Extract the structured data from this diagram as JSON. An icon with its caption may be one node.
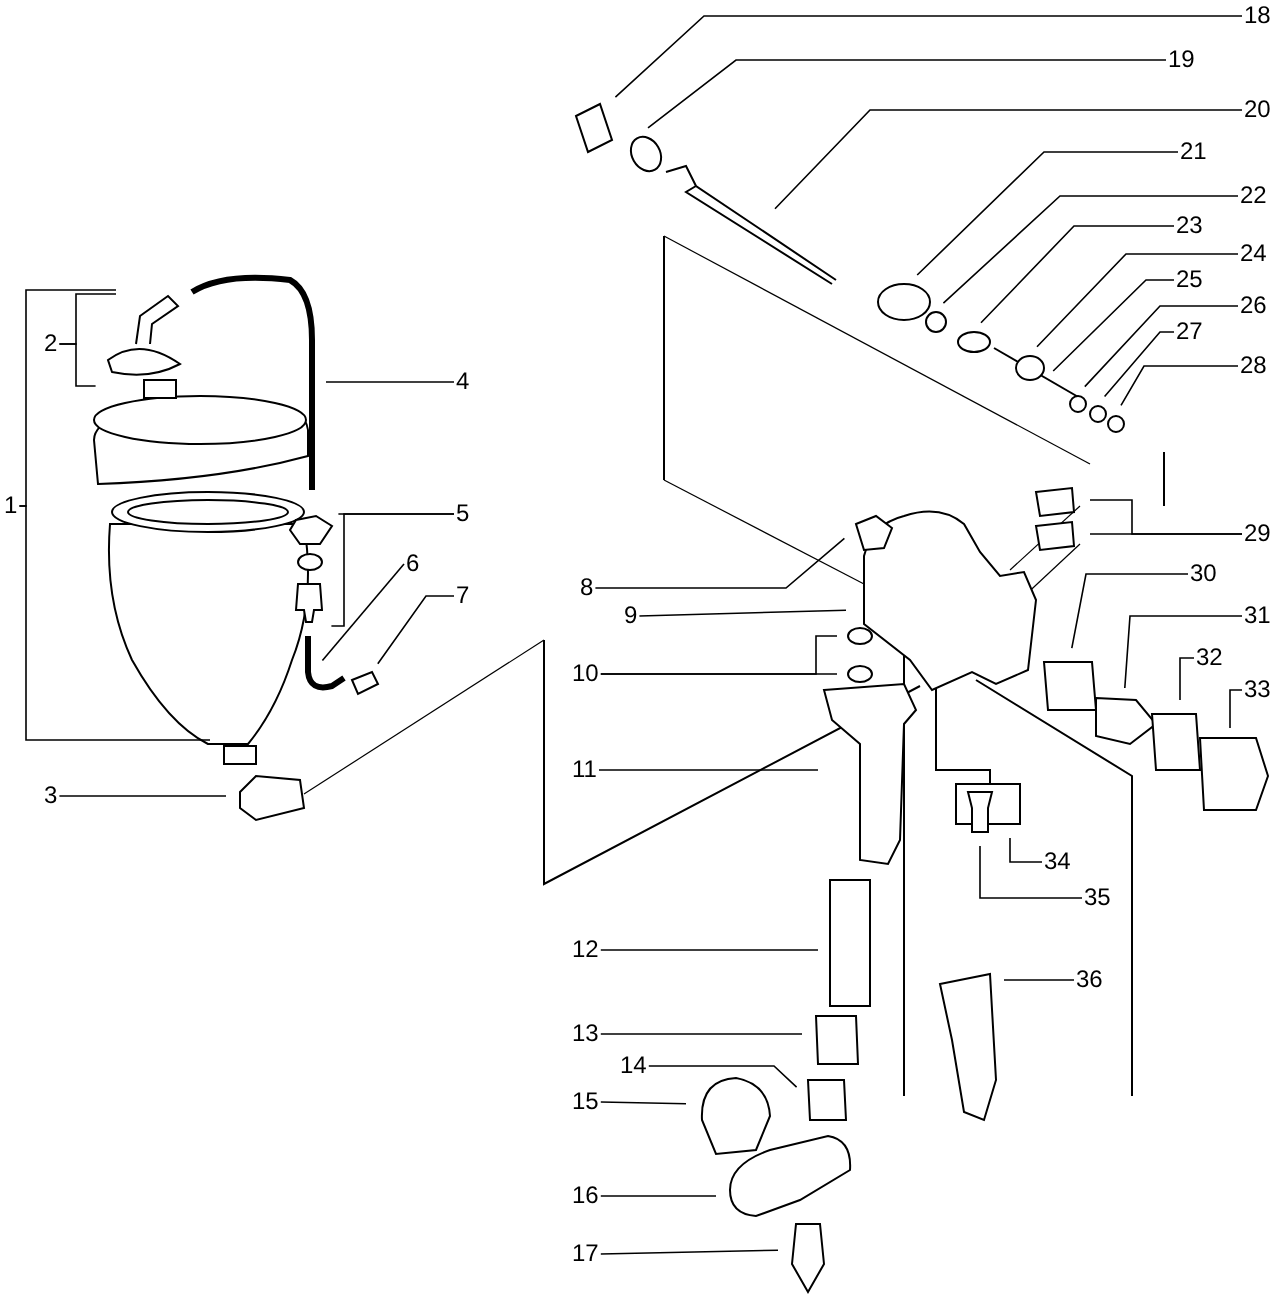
{
  "diagram": {
    "nodes": [
      {
        "text": [
          "1"
        ]
      },
      {
        "text": [
          "2"
        ]
      },
      {
        "text": [
          "3"
        ]
      },
      {
        "text": [
          "4"
        ]
      },
      {
        "text": [
          "5"
        ]
      },
      {
        "text": [
          "6"
        ]
      },
      {
        "text": [
          "7"
        ]
      },
      {
        "text": [
          "8"
        ]
      },
      {
        "text": [
          "9"
        ]
      },
      {
        "text": [
          "10"
        ]
      },
      {
        "text": [
          "11"
        ]
      },
      {
        "text": [
          "12"
        ]
      },
      {
        "text": [
          "13"
        ]
      },
      {
        "text": [
          "14"
        ]
      },
      {
        "text": [
          "15"
        ]
      },
      {
        "text": [
          "16"
        ]
      },
      {
        "text": [
          "17"
        ]
      },
      {
        "text": [
          "18"
        ]
      },
      {
        "text": [
          "19"
        ]
      },
      {
        "text": [
          "20"
        ]
      },
      {
        "text": [
          "21"
        ]
      },
      {
        "text": [
          "22"
        ]
      },
      {
        "text": [
          "23"
        ]
      },
      {
        "text": [
          "24"
        ]
      },
      {
        "text": [
          "25"
        ]
      },
      {
        "text": [
          "26"
        ]
      },
      {
        "text": [
          "27"
        ]
      },
      {
        "text": [
          "28"
        ]
      },
      {
        "text": [
          "29"
        ]
      },
      {
        "text": [
          "30"
        ]
      },
      {
        "text": [
          "31"
        ]
      },
      {
        "text": [
          "32"
        ]
      },
      {
        "text": [
          "33"
        ]
      },
      {
        "text": [
          "34"
        ]
      },
      {
        "text": [
          "35"
        ]
      },
      {
        "text": [
          "36"
        ]
      }
    ],
    "edges": [
      {
        "from": 0,
        "to": null,
        "arrow": "none"
      },
      {
        "from": 0,
        "to": null,
        "arrow": "none"
      },
      {
        "from": 1,
        "to": null,
        "arrow": "none"
      },
      {
        "from": 1,
        "to": null,
        "arrow": "none"
      },
      {
        "from": 2,
        "to": null,
        "arrow": "none"
      },
      {
        "from": 3,
        "to": null,
        "arrow": "none"
      },
      {
        "from": 4,
        "to": null,
        "arrow": "none"
      },
      {
        "from": 4,
        "to": null,
        "arrow": "none"
      },
      {
        "from": 5,
        "to": null,
        "arrow": "none"
      },
      {
        "from": 6,
        "to": null,
        "arrow": "none"
      },
      {
        "from": 7,
        "to": null,
        "arrow": "none"
      },
      {
        "from": 8,
        "to": null,
        "arrow": "none"
      },
      {
        "from": 9,
        "to": null,
        "arrow": "none"
      },
      {
        "from": 9,
        "to": null,
        "arrow": "none"
      },
      {
        "from": 10,
        "to": null,
        "arrow": "none"
      },
      {
        "from": 11,
        "to": null,
        "arrow": "none"
      },
      {
        "from": 12,
        "to": null,
        "arrow": "none"
      },
      {
        "from": 13,
        "to": null,
        "arrow": "none"
      },
      {
        "from": 14,
        "to": null,
        "arrow": "none"
      },
      {
        "from": 15,
        "to": null,
        "arrow": "none"
      },
      {
        "from": 16,
        "to": null,
        "arrow": "none"
      },
      {
        "from": 17,
        "to": null,
        "arrow": "none"
      },
      {
        "from": 18,
        "to": null,
        "arrow": "none"
      },
      {
        "from": 19,
        "to": null,
        "arrow": "none"
      },
      {
        "from": 20,
        "to": null,
        "arrow": "none"
      },
      {
        "from": 21,
        "to": null,
        "arrow": "none"
      },
      {
        "from": 22,
        "to": null,
        "arrow": "none"
      },
      {
        "from": 23,
        "to": null,
        "arrow": "none"
      },
      {
        "from": 24,
        "to": null,
        "arrow": "none"
      },
      {
        "from": 25,
        "to": null,
        "arrow": "none"
      },
      {
        "from": 26,
        "to": null,
        "arrow": "none"
      },
      {
        "from": 27,
        "to": null,
        "arrow": "none"
      },
      {
        "from": 28,
        "to": null,
        "arrow": "none"
      },
      {
        "from": 28,
        "to": null,
        "arrow": "none"
      },
      {
        "from": 29,
        "to": null,
        "arrow": "none"
      },
      {
        "from": 30,
        "to": null,
        "arrow": "none"
      },
      {
        "from": 31,
        "to": null,
        "arrow": "none"
      },
      {
        "from": 32,
        "to": null,
        "arrow": "none"
      },
      {
        "from": 33,
        "to": null,
        "arrow": "none"
      },
      {
        "from": 34,
        "to": null,
        "arrow": "none"
      },
      {
        "from": 35,
        "to": null,
        "arrow": "none"
      }
    ]
  }
}
